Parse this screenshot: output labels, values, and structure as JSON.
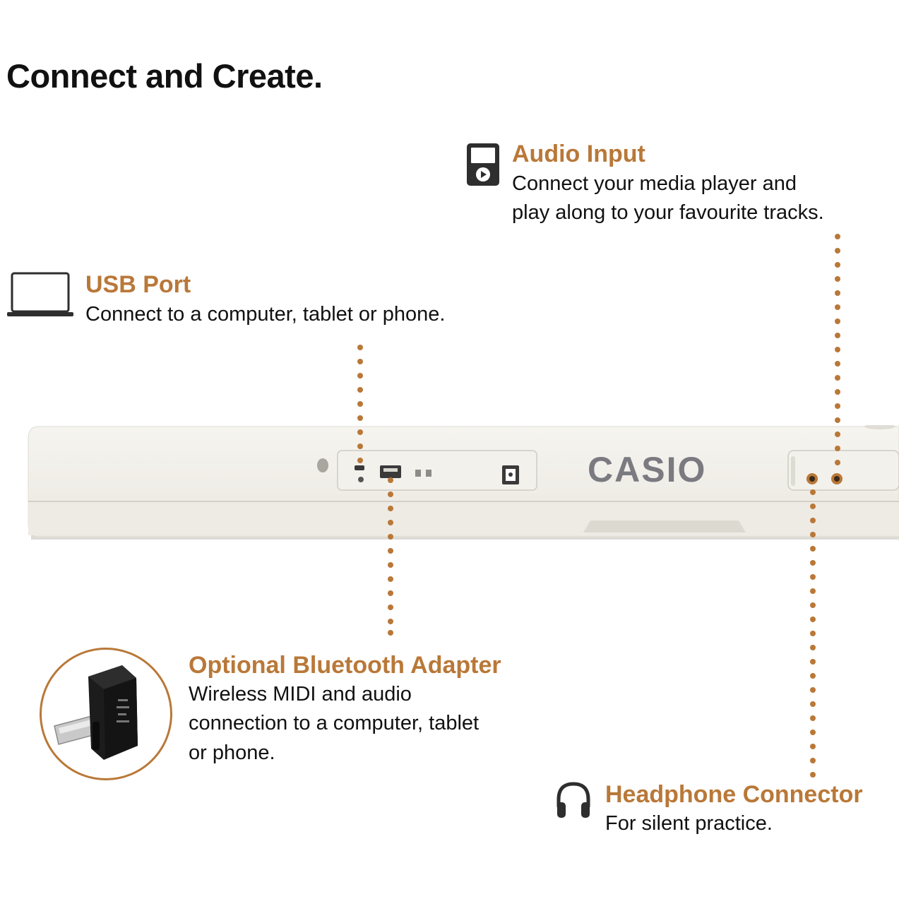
{
  "title": "Connect and Create.",
  "colors": {
    "accent": "#b97838",
    "text": "#111111",
    "icon": "#2e2e2e",
    "keyboard_body": "#f1efe9",
    "keyboard_shadow": "#d9d6ce",
    "brand_logo": "#7a7a80"
  },
  "features": {
    "audio_input": {
      "icon": "media-player-icon",
      "title": "Audio Input",
      "desc_line1": "Connect your media player and",
      "desc_line2": "play along to your favourite tracks."
    },
    "usb_port": {
      "icon": "laptop-icon",
      "title": "USB Port",
      "desc_line1": "Connect to a computer, tablet or phone."
    },
    "bluetooth_adapter": {
      "icon": "bluetooth-adapter-photo",
      "title": "Optional Bluetooth Adapter",
      "desc_line1": "Wireless MIDI and audio",
      "desc_line2": "connection to a computer, tablet",
      "desc_line3": "or phone."
    },
    "headphone": {
      "icon": "headphones-icon",
      "title": "Headphone Connector",
      "desc_line1": "For silent practice."
    }
  },
  "keyboard": {
    "brand": "CASIO"
  }
}
